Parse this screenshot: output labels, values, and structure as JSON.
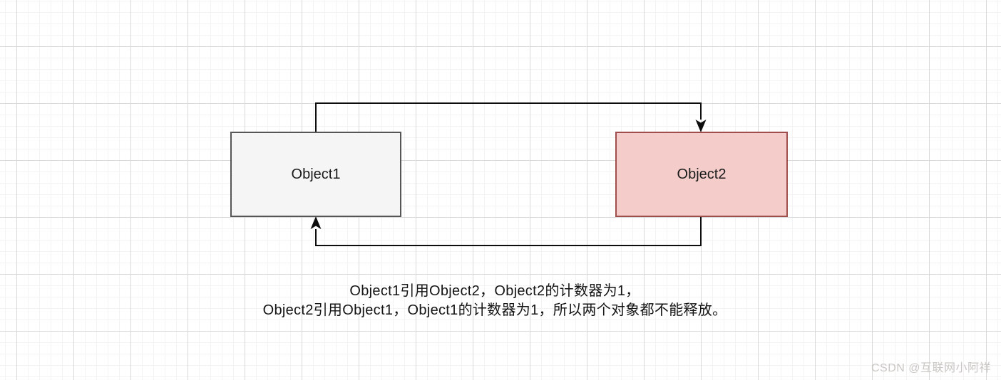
{
  "diagram": {
    "nodes": [
      {
        "id": "object1",
        "label": "Object1",
        "fill": "#f5f5f5",
        "stroke": "#565656"
      },
      {
        "id": "object2",
        "label": "Object2",
        "fill": "#f4cdcb",
        "stroke": "#a04d4d"
      }
    ],
    "edges": [
      {
        "from": "object1",
        "to": "object2"
      },
      {
        "from": "object2",
        "to": "object1"
      }
    ],
    "caption": {
      "line1": "Object1引用Object2，Object2的计数器为1，",
      "line2": "Object2引用Object1，Object1的计数器为1，所以两个对象都不能释放。"
    }
  },
  "watermark": {
    "text": "CSDN @互联网小阿祥",
    "color": "#c9c6c3"
  },
  "colors": {
    "edge": "#0d0d0d",
    "grid_minor": "#f3f3f3",
    "grid_major": "#d9d9d9",
    "background": "#ffffff"
  }
}
